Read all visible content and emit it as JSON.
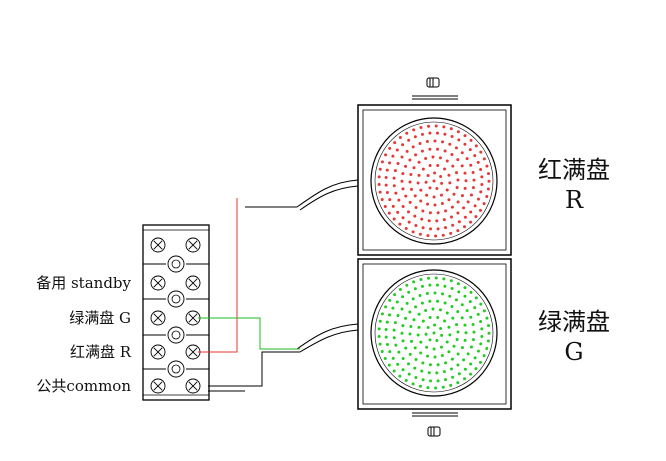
{
  "terminal_block": {
    "labels": {
      "standby": "备用 standby",
      "green": "绿满盘 G",
      "red": "红满盘 R",
      "common": "公共common"
    }
  },
  "signal_head": {
    "red": {
      "name": "红满盘",
      "letter": "R"
    },
    "green": {
      "name": "绿满盘",
      "letter": "G"
    }
  },
  "colors": {
    "line": "#000000",
    "red_led": "#e53935",
    "green_led": "#22cc22",
    "red_wire": "#e53935",
    "green_wire": "#22bb22"
  }
}
